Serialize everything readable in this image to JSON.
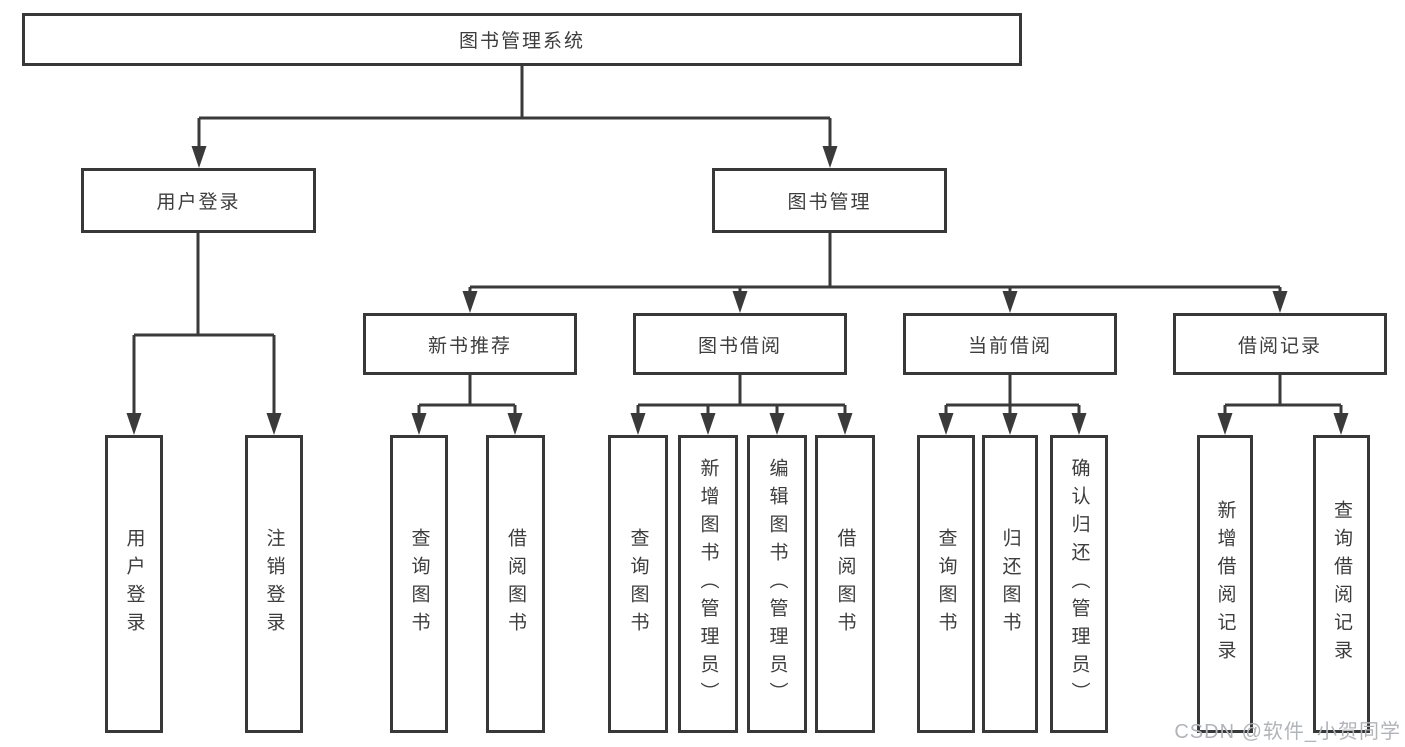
{
  "diagram_type": "hierarchy-tree",
  "tree": {
    "label": "图书管理系统",
    "children": [
      {
        "label": "用户登录",
        "children": [
          {
            "label": "用户登录"
          },
          {
            "label": "注销登录"
          }
        ]
      },
      {
        "label": "图书管理",
        "children": [
          {
            "label": "新书推荐",
            "children": [
              {
                "label": "查询图书"
              },
              {
                "label": "借阅图书"
              }
            ]
          },
          {
            "label": "图书借阅",
            "children": [
              {
                "label": "查询图书"
              },
              {
                "label": "新增图书（管理员）"
              },
              {
                "label": "编辑图书（管理员）"
              },
              {
                "label": "借阅图书"
              }
            ]
          },
          {
            "label": "当前借阅",
            "children": [
              {
                "label": "查询图书"
              },
              {
                "label": "归还图书"
              },
              {
                "label": "确认归还（管理员）"
              }
            ]
          },
          {
            "label": "借阅记录",
            "children": [
              {
                "label": "新增借阅记录"
              },
              {
                "label": "查询借阅记录"
              }
            ]
          }
        ]
      }
    ]
  },
  "watermark": {
    "text": "CSDN @软件_小贺同学"
  },
  "colors": {
    "line": "#3a3a3a",
    "box_border": "#383838",
    "box_background": "#ffffff",
    "text": "#3d3d3d",
    "watermark": "#b1b5b9",
    "background": "#ffffff"
  }
}
